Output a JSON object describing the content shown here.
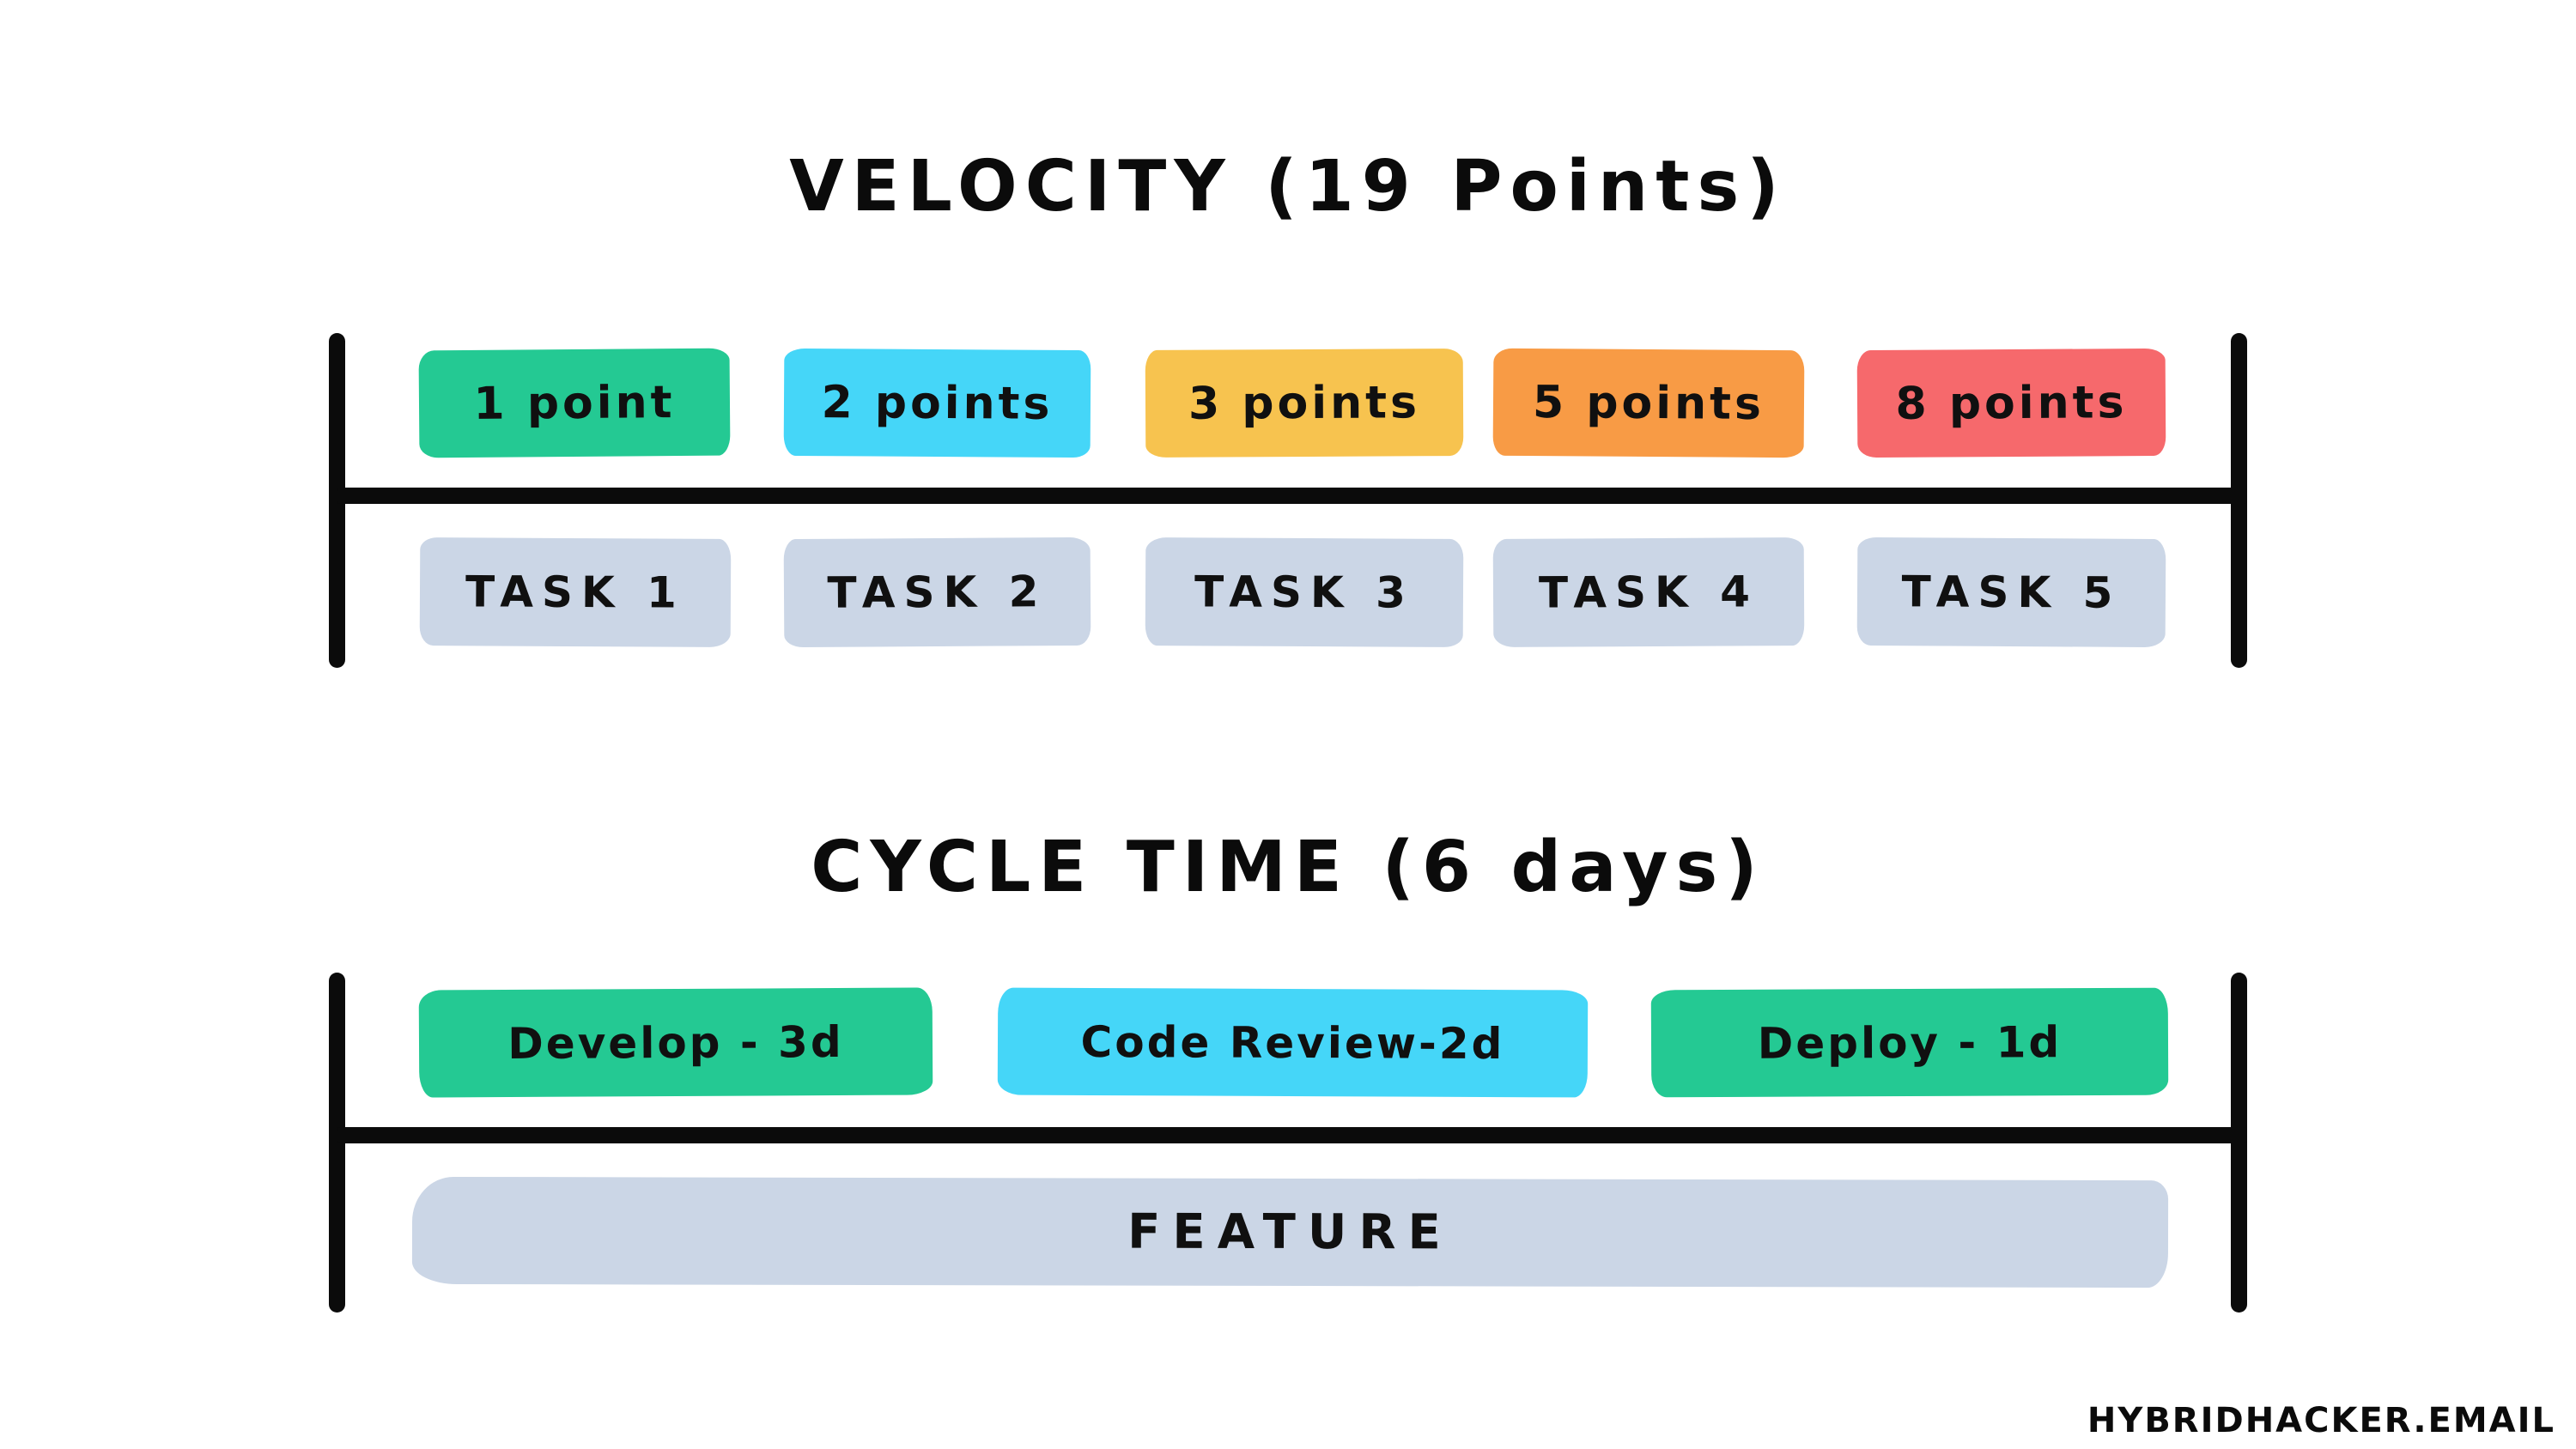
{
  "colors": {
    "ink": "#0b0b0b",
    "green": "#24c993",
    "cyan": "#45d6f8",
    "yellow": "#f7c34f",
    "orange": "#f89b45",
    "red": "#f6696c",
    "gray": "#cbd6e6"
  },
  "velocity": {
    "title": "VELOCITY (19 Points)",
    "points": [
      {
        "label": "1 point",
        "color": "#24c993"
      },
      {
        "label": "2 points",
        "color": "#45d6f8"
      },
      {
        "label": "3 points",
        "color": "#f7c34f"
      },
      {
        "label": "5 points",
        "color": "#f89b45"
      },
      {
        "label": "8 points",
        "color": "#f6696c"
      }
    ],
    "tasks": [
      "TASK 1",
      "TASK 2",
      "TASK 3",
      "TASK 4",
      "TASK 5"
    ]
  },
  "cycle_time": {
    "title": "CYCLE TIME (6 days)",
    "stages": [
      {
        "label": "Develop - 3d",
        "color": "#24c993"
      },
      {
        "label": "Code Review-2d",
        "color": "#45d6f8"
      },
      {
        "label": "Deploy - 1d",
        "color": "#24c993"
      }
    ],
    "feature": {
      "label": "FEATURE",
      "color": "#cbd6e6"
    }
  },
  "watermark": "HYBRIDHACKER.EMAIL"
}
